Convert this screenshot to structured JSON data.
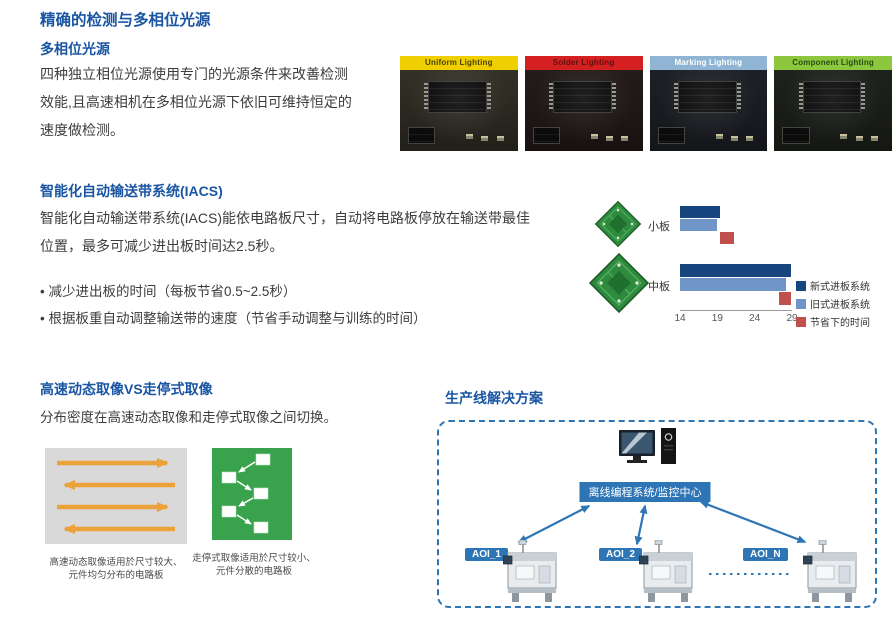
{
  "title": "精确的检测与多相位光源",
  "theme": {
    "heading_color": "#1a56a3",
    "diagram_blue": "#2e75b6"
  },
  "lighting": {
    "heading": "多相位光源",
    "lines": [
      "四种独立相位光源使用专门的光源条件来改善检测",
      "效能,且高速相机在多相位光源下依旧可维持恒定的",
      "速度做检测。"
    ],
    "panels": [
      {
        "label": "Uniform Lighting",
        "header_bg": "#f0cf00",
        "header_text": "#4a4200"
      },
      {
        "label": "Solder Lighting",
        "header_bg": "#d42020",
        "header_text": "#611010"
      },
      {
        "label": "Marking Lighting",
        "header_bg": "#8fb4d4",
        "header_text": "#ffffff"
      },
      {
        "label": "Component Lighting",
        "header_bg": "#8dc63f",
        "header_text": "#23500f"
      }
    ]
  },
  "iacs": {
    "heading": "智能化自动输送带系统(IACS)",
    "lines": [
      "智能化自动输送带系统(IACS)能依电路板尺寸，自动将电路板停放在输送带最佳",
      "位置，最多可减少进出板时间达2.5秒。"
    ],
    "bullets": [
      "• 减少进出板的时间（每板节省0.5~2.5秒）",
      "• 根据板重自动调整输送带的速度（节省手动调整与训练的时间）"
    ]
  },
  "imaging": {
    "heading": "高速动态取像VS走停式取像",
    "paragraph": "分布密度在高速动态取像和走停式取像之间切换。",
    "captions": {
      "left": [
        "高速动态取像适用於尺寸较大、",
        "元件均匀分布的电路板"
      ],
      "right": [
        "走停式取像适用於尺寸较小、",
        "元件分散的电路板"
      ]
    }
  },
  "production": {
    "heading": "生产线解决方案",
    "control_label": "离线编程系统/监控中心",
    "stations": [
      "AOI_1",
      "AOI_2",
      "AOI_N"
    ]
  },
  "chart_data": {
    "type": "bar",
    "orientation": "horizontal",
    "categories": [
      "小板",
      "中板"
    ],
    "xlim": [
      14,
      29
    ],
    "xticks": [
      14,
      19,
      24,
      29
    ],
    "series": [
      {
        "name": "新式进板系统",
        "color": "#17457e",
        "values": [
          19.4,
          28.9
        ]
      },
      {
        "name": "旧式进板系统",
        "color": "#7096c8",
        "values": [
          18.9,
          28.2
        ]
      },
      {
        "name": "节省下的时间",
        "color": "#c0504d",
        "ranges": [
          [
            19.4,
            21.3
          ],
          [
            27.2,
            28.9
          ]
        ]
      }
    ],
    "legend_position": "right",
    "grid": false
  }
}
